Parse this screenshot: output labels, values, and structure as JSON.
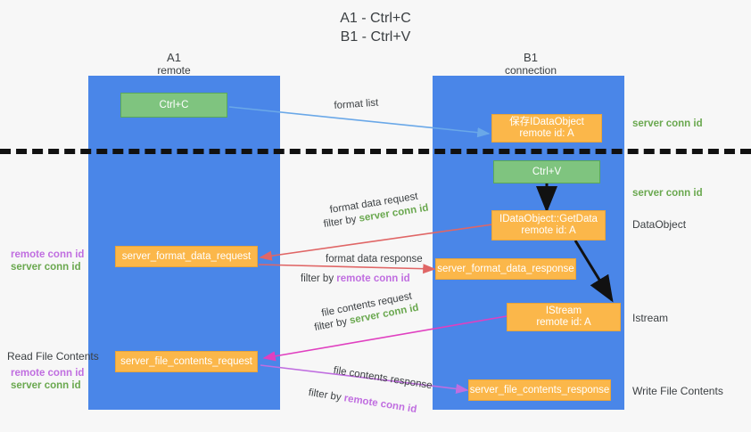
{
  "title": {
    "line1": "A1 - Ctrl+C",
    "line2": "B1 - Ctrl+V"
  },
  "columns": [
    {
      "name": "A1",
      "sub": "remote"
    },
    {
      "name": "B1",
      "sub": "connection"
    }
  ],
  "colors": {
    "lane": "#4a86e8",
    "green_box": "#7fc47f",
    "orange_box": "#fbb74a",
    "server_conn": "#6aa84f",
    "remote_conn": "#c06ee0",
    "blue_arrow": "#6aa8e8",
    "red_arrow": "#e06666",
    "purple_arrow": "#c06ee0",
    "magenta_arrow": "#e040c0",
    "black": "#000000"
  },
  "boxes": {
    "ctrl_c": "Ctrl+C",
    "ctrl_v": "Ctrl+V",
    "idataobject_l1": "保存IDataObject",
    "idataobject_l2": "remote id: A",
    "getdata_l1": "IDataObject::GetData",
    "getdata_l2": "remote id: A",
    "istream_l1": "IStream",
    "istream_l2": "remote id: A",
    "server_format_data_request": "server_format_data_request",
    "server_format_data_response": "server_format_data_response",
    "server_file_contents_request": "server_file_contents_request",
    "server_file_contents_response": "server_file_contents_response"
  },
  "right_labels": {
    "server_conn_top": "server conn id",
    "server_conn_mid": "server conn id",
    "dataobject": "DataObject",
    "istream": "Istream",
    "write_file_contents": "Write File Contents"
  },
  "left_labels": {
    "remote_conn_1": "remote conn id",
    "server_conn_1": "server conn id",
    "read_file_contents": "Read File Contents",
    "remote_conn_2": "remote conn id",
    "server_conn_2": "server conn id"
  },
  "arrow_labels": {
    "format_list": "format list",
    "format_data_request": "format data request",
    "format_data_request_filter_prefix": "filter by",
    "format_data_request_filter_value": "server conn id",
    "format_data_response": "format data response",
    "format_data_response_filter_prefix": "filter by",
    "format_data_response_filter_value": "remote conn id",
    "file_contents_request": "file contents request",
    "file_contents_request_filter_prefix": "filter by",
    "file_contents_request_filter_value": "server conn id",
    "file_contents_response": "file contents response",
    "file_contents_response_filter_prefix": "filter by",
    "file_contents_response_filter_value": "remote conn id"
  }
}
